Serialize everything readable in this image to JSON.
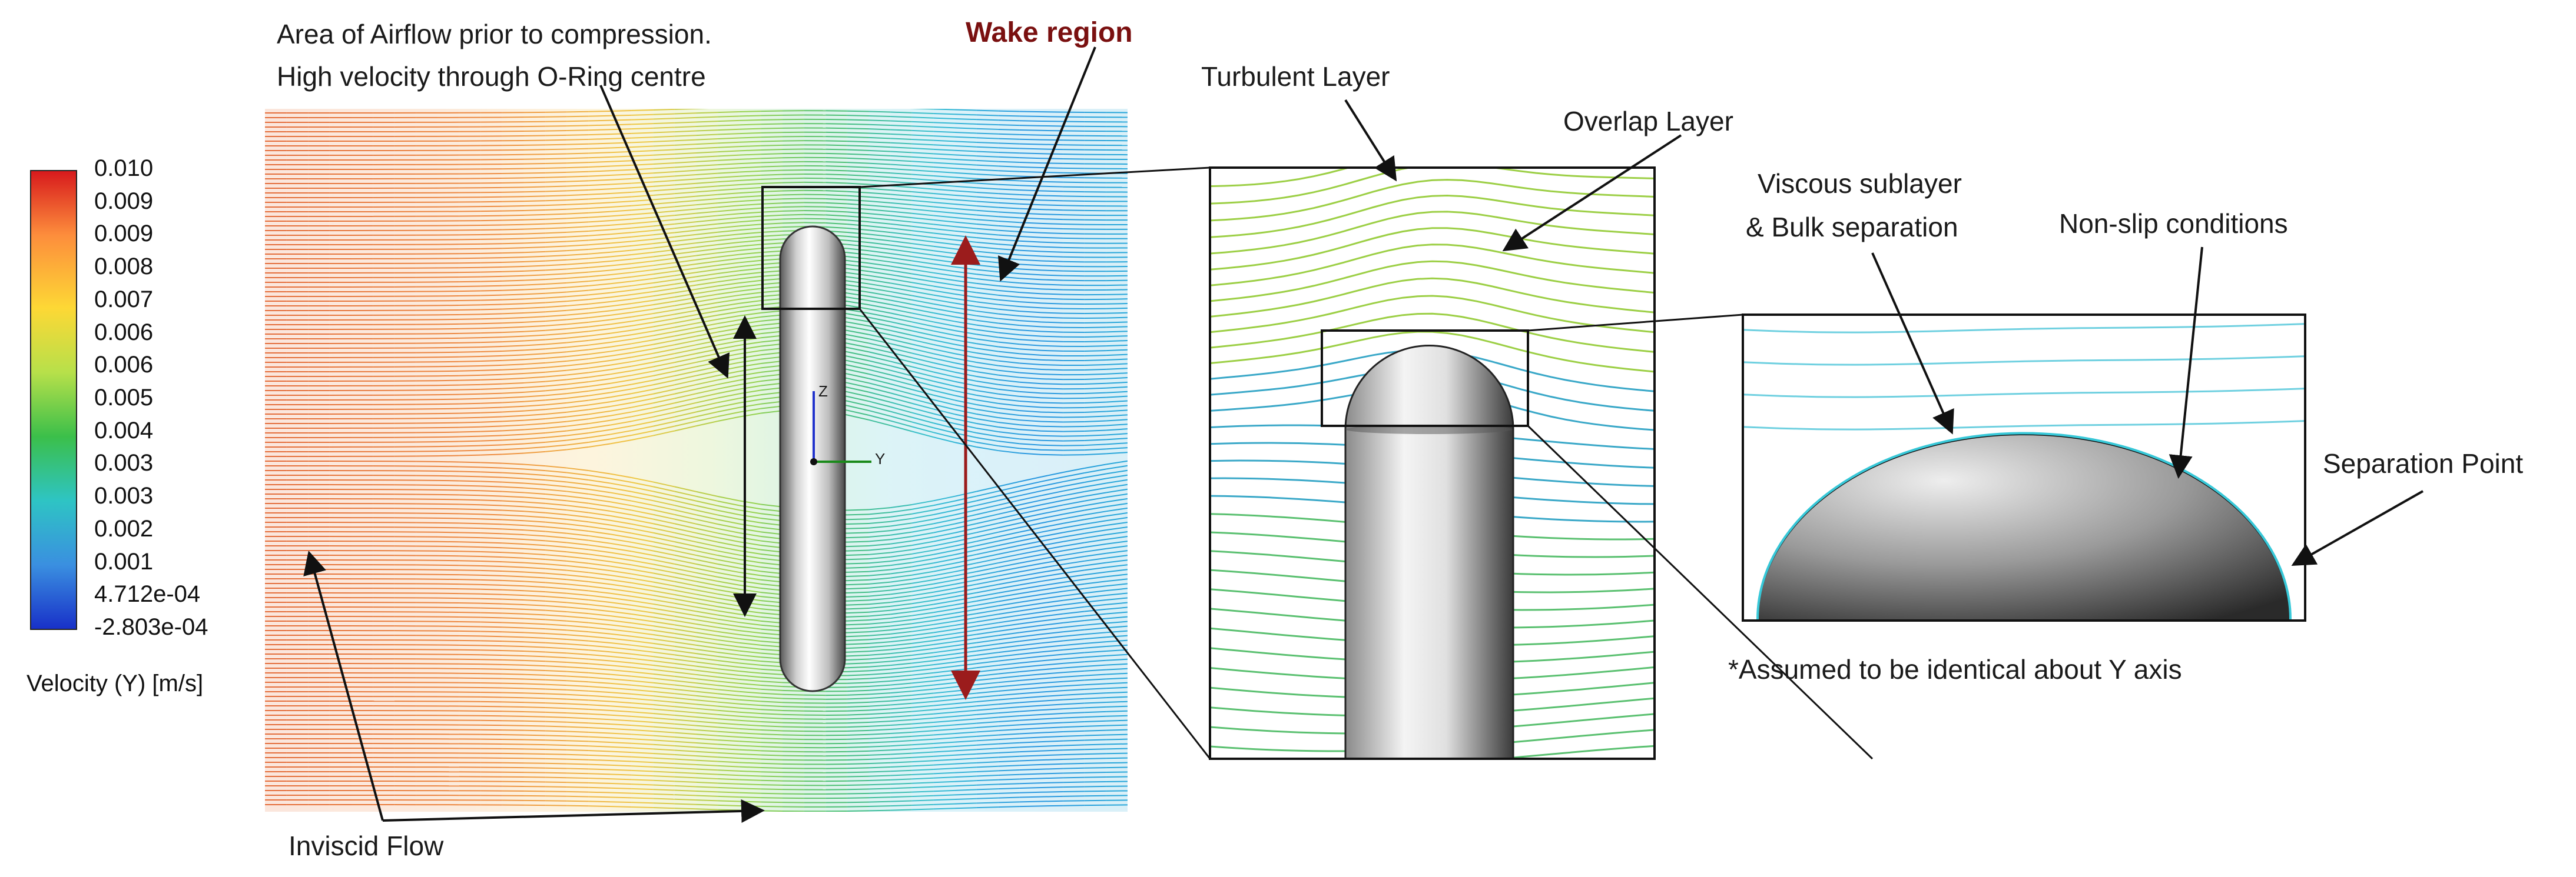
{
  "annotations": {
    "airflow_line1": "Area of Airflow prior to compression.",
    "airflow_line2": "High velocity through O-Ring centre",
    "wake_region": "Wake region",
    "turbulent_layer": "Turbulent Layer",
    "overlap_layer": "Overlap Layer",
    "viscous_line1": "Viscous sublayer",
    "viscous_line2": "& Bulk separation",
    "non_slip": "Non-slip conditions",
    "separation_point": "Separation Point",
    "assumed_note": "*Assumed to be identical about Y axis",
    "inviscid_flow": "Inviscid Flow"
  },
  "colorbar": {
    "title": "Velocity (Y) [m/s]",
    "ticks": [
      "0.010",
      "0.009",
      "0.009",
      "0.008",
      "0.007",
      "0.006",
      "0.006",
      "0.005",
      "0.004",
      "0.003",
      "0.003",
      "0.002",
      "0.001",
      "4.712e-04",
      "-2.803e-04"
    ],
    "colors": [
      "#d7191c",
      "#fd8d3c",
      "#fdd835",
      "#b7e04a",
      "#3bbf4a",
      "#2ec4c4",
      "#3a8fe0",
      "#1830c8"
    ]
  },
  "axes_triad": {
    "z": "Z",
    "y": "Y"
  },
  "colors": {
    "arrow_red": "#9b1c1c",
    "frame": "#111111"
  }
}
